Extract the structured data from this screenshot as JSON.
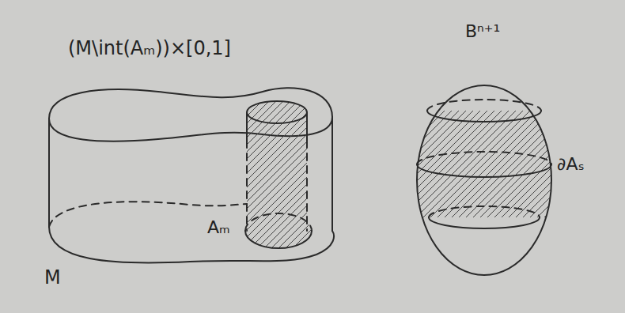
{
  "diagram": {
    "labels": [
      "(M\\int(Aₘ))×[0,1]",
      "Aₘ",
      "M",
      "Bⁿ⁺¹",
      "∂Aₛ"
    ]
  }
}
